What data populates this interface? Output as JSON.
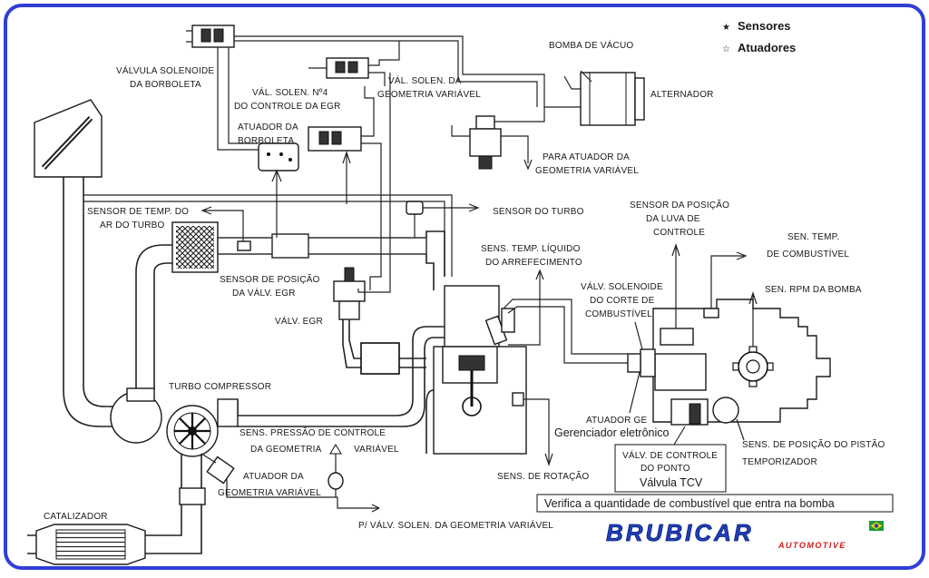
{
  "colors": {
    "frame": "#2f3fd6",
    "brand_blue": "#1f3fb8",
    "brand_red": "#d61a1a",
    "flag_green": "#1a9a3a",
    "flag_yellow": "#f5d40c"
  },
  "legend": {
    "sensores_icon": "filled-star-icon",
    "sensores": "Sensores",
    "atuadores_icon": "outline-star-icon",
    "atuadores": "Atuadores"
  },
  "labels": {
    "valvula_solenoide_borboleta_1": "VÁLVULA SOLENOIDE",
    "valvula_solenoide_borboleta_2": "DA BORBOLETA",
    "bomba_vacuo": "BOMBA DE VÁCUO",
    "alternador": "ALTERNADOR",
    "val_solen_egr_1": "VÁL. SOLEN. Nº4",
    "val_solen_egr_2": "DO CONTROLE DA EGR",
    "val_solen_geometria_1": "VÁL. SOLEN. DA",
    "val_solen_geometria_2": "GEOMETRIA VARIÁVEL",
    "atuador_borboleta_1": "ATUADOR DA",
    "atuador_borboleta_2": "BORBOLETA",
    "para_atuador_1": "PARA ATUADOR DA",
    "para_atuador_2": "GEOMETRIA VARIÁVEL",
    "sensor_temp_ar_1": "SENSOR DE TEMP. DO",
    "sensor_temp_ar_2": "AR DO TURBO",
    "sensor_turbo": "SENSOR DO TURBO",
    "sensor_posicao_luva_1": "SENSOR DA POSIÇÃO",
    "sensor_posicao_luva_2": "DA LUVA DE",
    "sensor_posicao_luva_3": "CONTROLE",
    "sens_temp_liquido_1": "SENS. TEMP. LÍQUIDO",
    "sens_temp_liquido_2": "DO ARREFECIMENTO",
    "sen_temp_combustivel_1": "SEN. TEMP.",
    "sen_temp_combustivel_2": "DE COMBUSTÍVEL",
    "sensor_posicao_egr_1": "SENSOR DE POSIÇÃO",
    "sensor_posicao_egr_2": "DA VÁLV. EGR",
    "valv_solenoide_corte_1": "VÁLV. SOLENOIDE",
    "valv_solenoide_corte_2": "DO CORTE DE",
    "valv_solenoide_corte_3": "COMBUSTÍVEL",
    "sen_rpm_bomba": "SEN. RPM DA BOMBA",
    "valv_egr": "VÁLV. EGR",
    "turbo_compressor": "TURBO COMPRESSOR",
    "sens_pressao_1": "SENS. PRESSÃO DE CONTROLE",
    "sens_pressao_2": "DA GEOMETRIA",
    "sens_pressao_3": "VARIÁVEL",
    "atuador_ge": "ATUADOR GE",
    "gerenciador": "Gerenciador eletrônico",
    "sens_posicao_pistao_1": "SENS. DE POSIÇÃO DO PISTÃO",
    "sens_posicao_pistao_2": "TEMPORIZADOR",
    "valv_controle_ponto_1": "VÁLV. DE CONTROLE",
    "valv_controle_ponto_2": "DO PONTO",
    "valvula_tcv": "Válvula TCV",
    "sens_rotacao": "SENS. DE ROTAÇÃO",
    "atuador_geometria_1": "ATUADOR DA",
    "atuador_geometria_2": "GEOMETRIA VARIÁVEL",
    "catalizador": "CATALIZADOR",
    "p_val_solen": "P/ VÁLV. SOLEN. DA GEOMETRIA VARIÁVEL",
    "verifica": "Verifica a quantidade de combustível que entra na bomba"
  },
  "brand": {
    "name": "BRUBICAR",
    "tagline": "AUTOMOTIVE",
    "flag_icon": "brazil-flag-icon"
  }
}
